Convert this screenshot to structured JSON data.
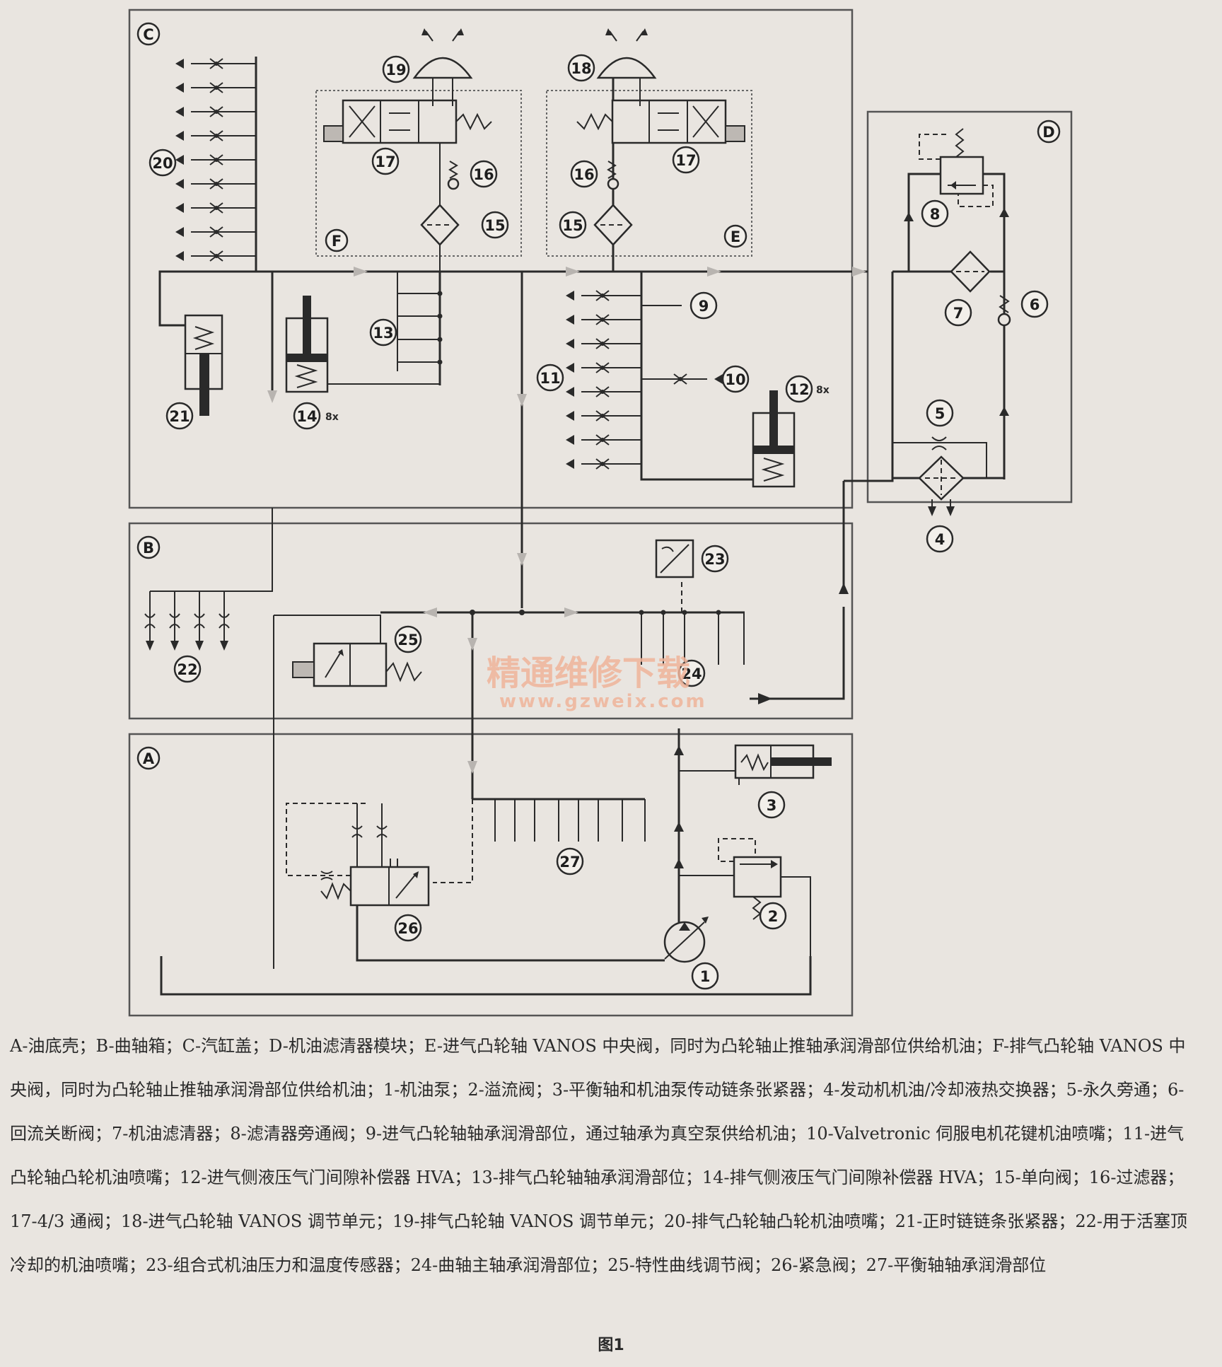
{
  "diagram": {
    "sections": [
      "A",
      "B",
      "C",
      "D",
      "E",
      "F"
    ],
    "callouts": [
      "1",
      "2",
      "3",
      "4",
      "5",
      "6",
      "7",
      "8",
      "9",
      "10",
      "11",
      "12",
      "13",
      "14",
      "15",
      "16",
      "17",
      "18",
      "19",
      "20",
      "21",
      "22",
      "23",
      "24",
      "25",
      "26",
      "27"
    ],
    "unit_count": "8x",
    "watermark_cn": "精通维修下载",
    "watermark_url": "www.gzweix.com"
  },
  "caption": {
    "text": "A-油底壳；B-曲轴箱；C-汽缸盖；D-机油滤清器模块；E-进气凸轮轴 VANOS 中央阀，同时为凸轮轴止推轴承润滑部位供给机油；F-排气凸轮轴 VANOS 中央阀，同时为凸轮轴止推轴承润滑部位供给机油；1-机油泵；2-溢流阀；3-平衡轴和机油泵传动链条张紧器；4-发动机机油/冷却液热交换器；5-永久旁通；6-回流关断阀；7-机油滤清器；8-滤清器旁通阀；9-进气凸轮轴轴承润滑部位，通过轴承为真空泵供给机油；10-Valvetronic 伺服电机花键机油喷嘴；11-进气凸轮轴凸轮机油喷嘴；12-进气侧液压气门间隙补偿器 HVA；13-排气凸轮轴轴承润滑部位；14-排气侧液压气门间隙补偿器 HVA；15-单向阀；16-过滤器；17-4/3 通阀；18-进气凸轮轴 VANOS 调节单元；19-排气凸轮轴 VANOS 调节单元；20-排气凸轮轴凸轮机油喷嘴；21-正时链链条张紧器；22-用于活塞顶冷却的机油喷嘴；23-组合式机油压力和温度传感器；24-曲轴主轴承润滑部位；25-特性曲线调节阀；26-紧急阀；27-平衡轴轴承润滑部位",
    "figure_label": "图1"
  }
}
